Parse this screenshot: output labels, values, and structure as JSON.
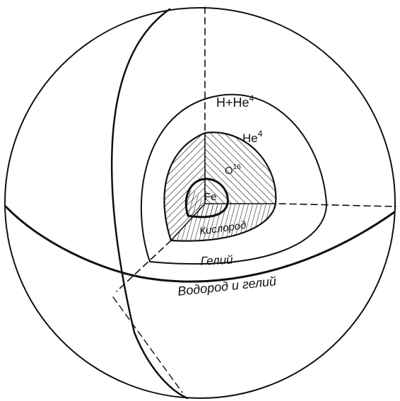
{
  "labels": {
    "outer_formula": "H+He",
    "outer_formula_sup": "4",
    "helium_formula": "He",
    "helium_formula_sup": "4",
    "oxygen_formula": "O",
    "oxygen_formula_sup": "16",
    "iron_formula": "Fe",
    "oxygen_layer": "Кислород",
    "helium_layer": "Гелий",
    "hydrogen_layer": "Водород и гелий"
  }
}
